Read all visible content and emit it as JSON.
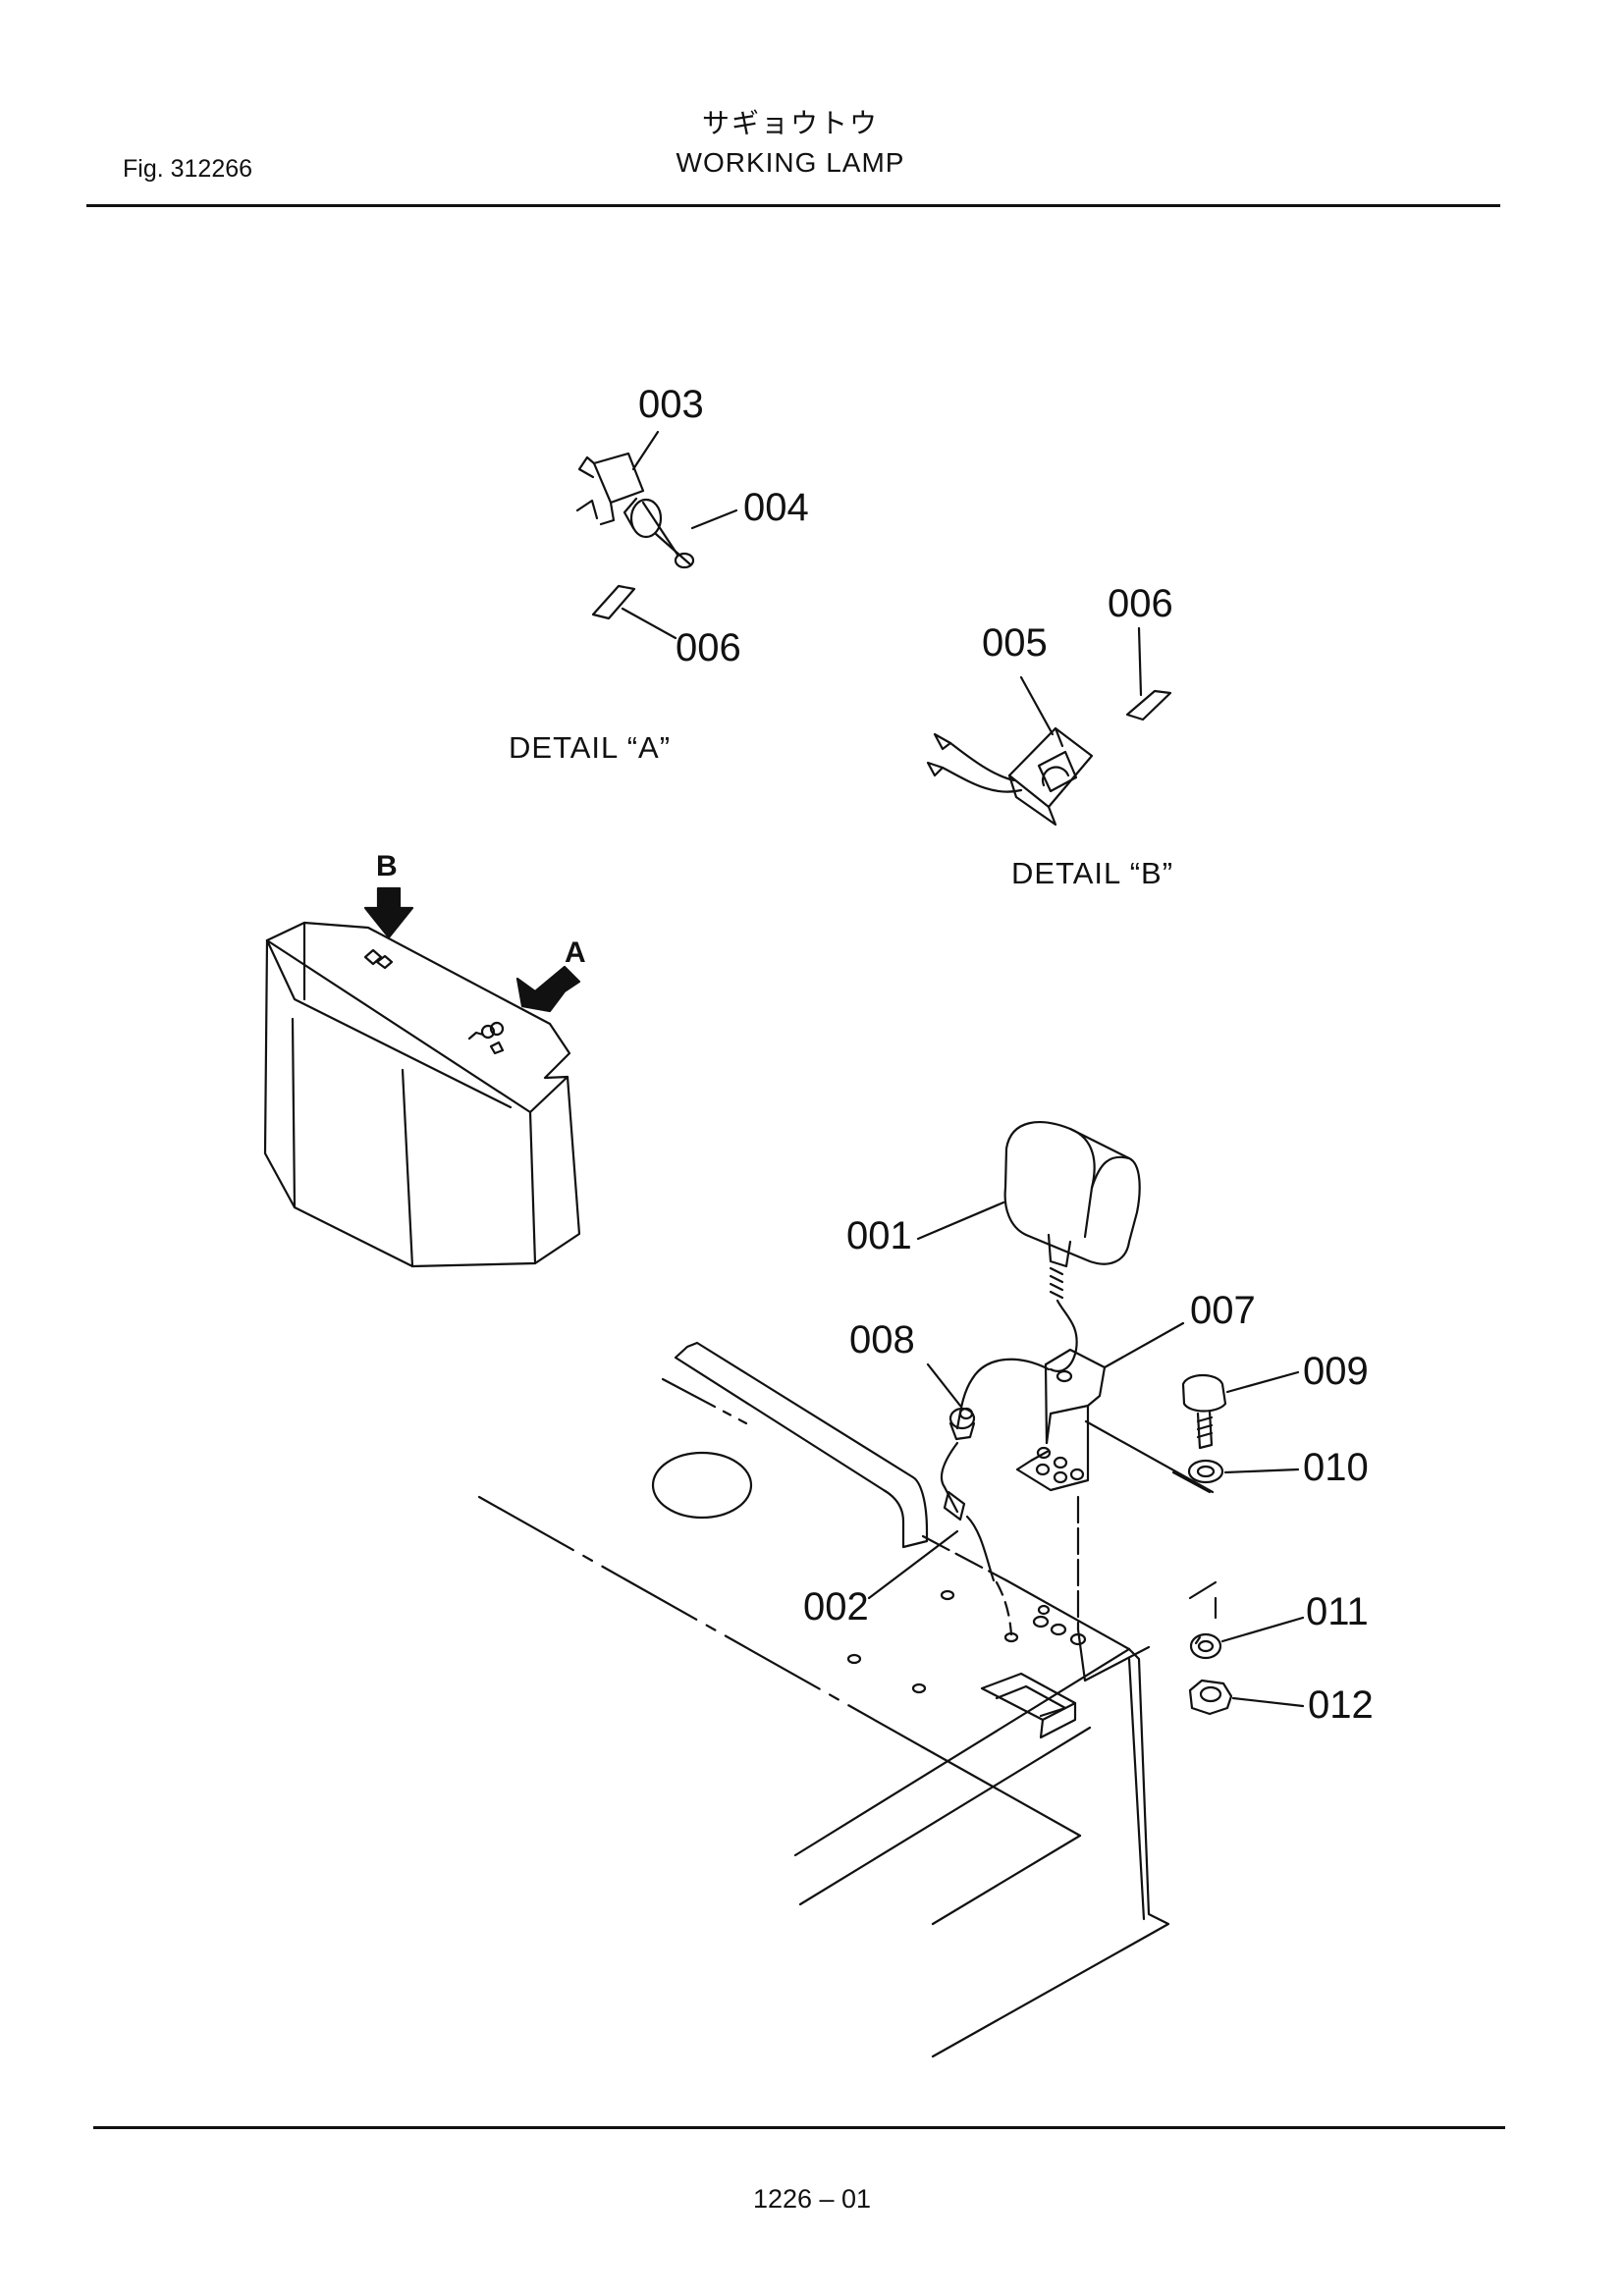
{
  "header": {
    "fig_number": "Fig. 312266",
    "title_jp": "サギョウトウ",
    "title_en": "WORKING LAMP"
  },
  "details": {
    "a_label": "DETAIL “A”",
    "b_label": "DETAIL “B”",
    "arrow_a": "A",
    "arrow_b": "B"
  },
  "callouts": {
    "p001": "001",
    "p002": "002",
    "p003": "003",
    "p004": "004",
    "p005": "005",
    "p006a": "006",
    "p006b": "006",
    "p007": "007",
    "p008": "008",
    "p009": "009",
    "p010": "010",
    "p011": "011",
    "p012": "012"
  },
  "footer": {
    "page_number": "1226 – 01"
  }
}
